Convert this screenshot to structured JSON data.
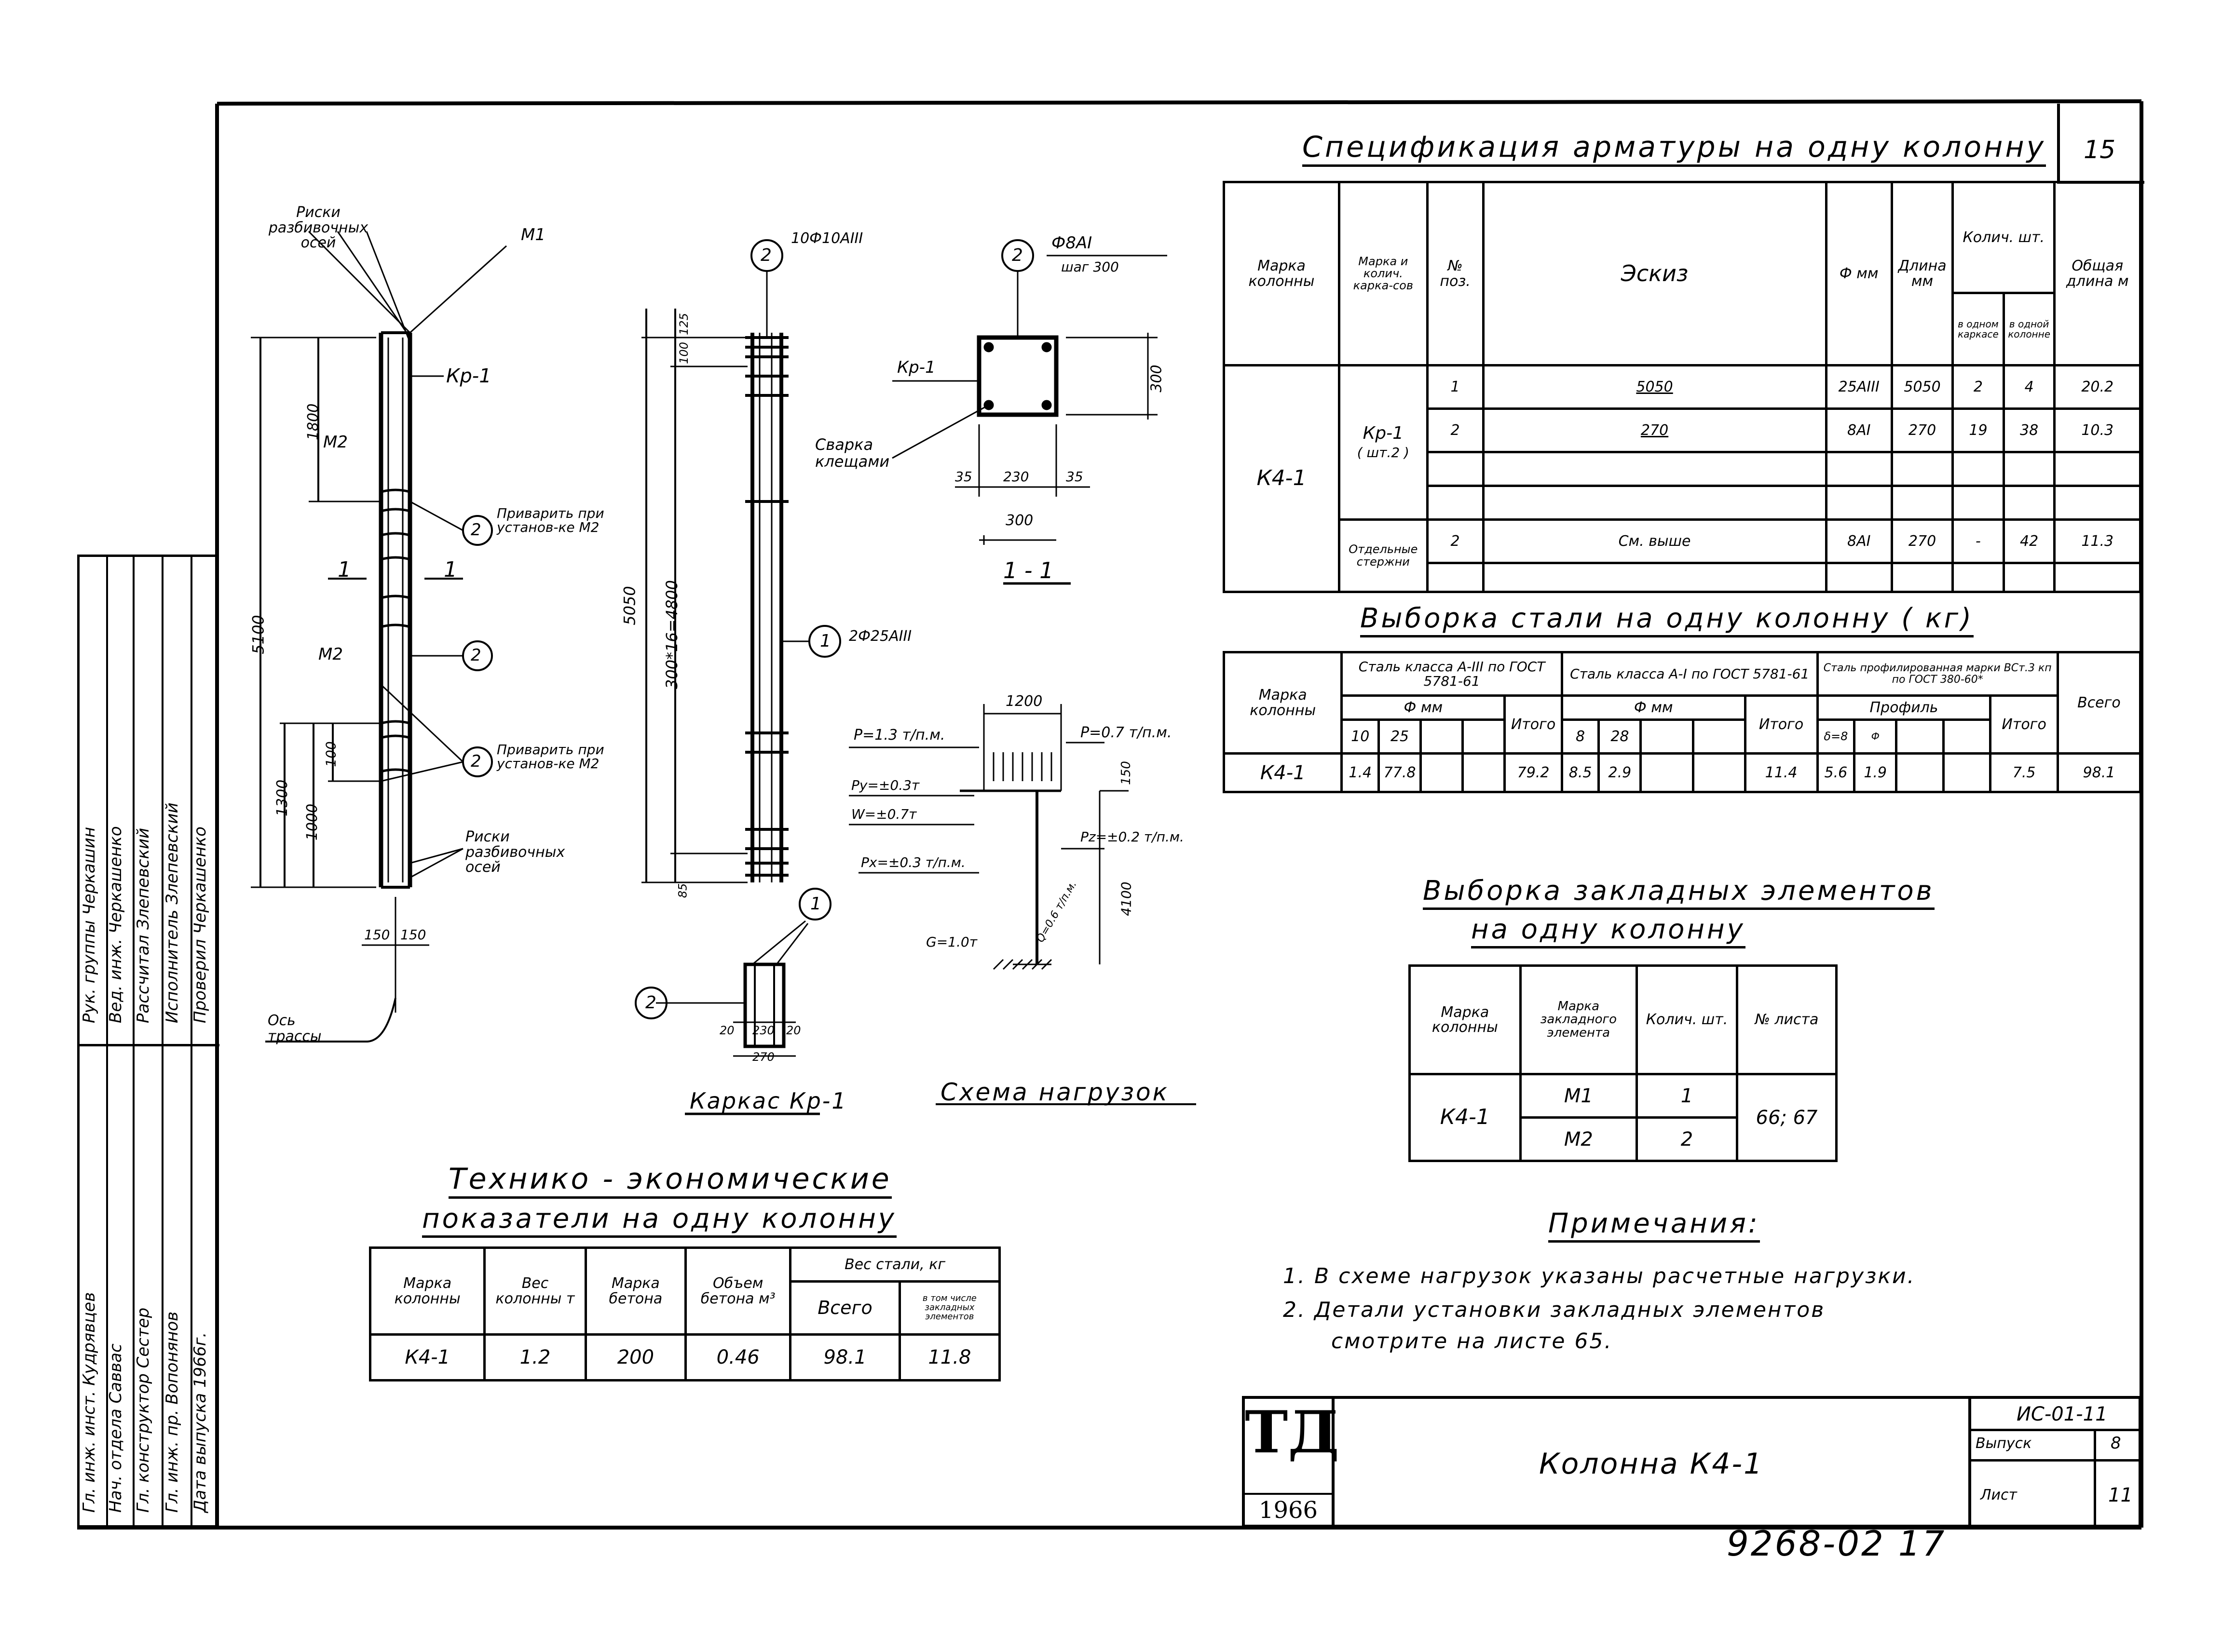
{
  "sheet": {
    "page_number": "15",
    "footer_number": "9268-02  17"
  },
  "spec_table": {
    "title": "Спецификация  арматуры на одну колонну",
    "headers": {
      "mark": "Марка колонны",
      "frame_mark": "Марка и колич. карка-сов",
      "pos": "№ поз.",
      "sketch": "Эскиз",
      "dia": "Ф мм",
      "length": "Длина мм",
      "qty": "Колич. шт.",
      "qty_one": "в одном каркасе",
      "qty_col": "в одной колонне",
      "total_len": "Общая длина м"
    },
    "column_mark": "К4-1",
    "frame_mark": "Кр-1",
    "frame_qty": "( шт.2 )",
    "loose_label": "Отдельные стержни",
    "rows": [
      {
        "pos": "1",
        "sketch": "5050",
        "dia": "25АIII",
        "length": "5050",
        "qty_one": "2",
        "qty_col": "4",
        "total": "20.2"
      },
      {
        "pos": "2",
        "sketch": "270",
        "dia": "8АI",
        "length": "270",
        "qty_one": "19",
        "qty_col": "38",
        "total": "10.3"
      },
      {
        "pos": "2",
        "sketch": "См. выше",
        "dia": "8АI",
        "length": "270",
        "qty_one": "-",
        "qty_col": "42",
        "total": "11.3"
      }
    ]
  },
  "steel_table": {
    "title": "Выборка стали на одну колонну ( кг)",
    "mark_header": "Марка колонны",
    "group1": "Сталь класса А-III по ГОСТ 5781-61",
    "group2": "Сталь класса А-I по ГОСТ 5781-61",
    "group3": "Сталь профилированная марки ВСт.3 кп по ГОСТ 380-60*",
    "dia_label": "Ф мм",
    "profile_label": "Профиль",
    "total_label": "Итого",
    "grand_total_label": "Всего",
    "g1_cols": [
      "10",
      "25"
    ],
    "g2_cols": [
      "8",
      "28"
    ],
    "g3_cols": [
      "δ=8",
      "Ф"
    ],
    "row": {
      "mark": "К4-1",
      "g1": [
        "1.4",
        "77.8"
      ],
      "g1_total": "79.2",
      "g2": [
        "8.5",
        "2.9"
      ],
      "g2_total": "11.4",
      "g3": [
        "5.6",
        "1.9"
      ],
      "g3_total": "7.5",
      "grand": "98.1"
    }
  },
  "embedded_table": {
    "title_line1": "Выборка закладных элементов",
    "title_line2": "на одну колонну",
    "headers": {
      "mark": "Марка колонны",
      "el_mark": "Марка закладного элемента",
      "qty": "Колич. шт.",
      "sheet": "№ листа"
    },
    "column_mark": "К4-1",
    "rows": [
      {
        "el": "М1",
        "qty": "1"
      },
      {
        "el": "М2",
        "qty": "2"
      }
    ],
    "sheets": "66; 67"
  },
  "notes": {
    "title": "Примечания:",
    "items": [
      "1. В схеме  нагрузок  указаны  расчетные  нагрузки.",
      "2. Детали  установки  закладных  элементов",
      "смотрите  на  листе  65."
    ]
  },
  "tech_table": {
    "title_line1": "Технико - экономические",
    "title_line2": "показатели  на  одну  колонну",
    "headers": {
      "mark": "Марка колонны",
      "weight": "Вес колонны т",
      "concrete": "Марка бетона",
      "volume": "Объем бетона м³",
      "steel": "Вес стали, кг",
      "steel_total": "Всего",
      "steel_emb": "в том числе закладных элементов"
    },
    "row": {
      "mark": "К4-1",
      "weight": "1.2",
      "concrete": "200",
      "volume": "0.46",
      "steel_total": "98.1",
      "steel_emb": "11.8"
    }
  },
  "title_block": {
    "logo": "ТД",
    "year": "1966",
    "title": "Колонна  К4-1",
    "code": "ИС-01-11",
    "issue_label": "Выпуск",
    "issue": "8",
    "sheet_label": "Лист",
    "sheet": "11"
  },
  "side_stamp": {
    "rows": [
      {
        "role": "Гл. инж. инст.",
        "name": "Кудрявцев"
      },
      {
        "role": "Нач. отдела",
        "name": "Саввас"
      },
      {
        "role": "Гл. конструктор",
        "name": "Сестер"
      },
      {
        "role": "Гл. инж. пр.",
        "name": "Вопонянов"
      },
      {
        "role": "Дата выпуска",
        "name": "1966г."
      }
    ],
    "rows2": [
      {
        "role": "Рук. группы",
        "name": "Черкашин"
      },
      {
        "role": "Вед. инж.",
        "name": "Черкашенко"
      },
      {
        "role": "Рассчитал",
        "name": "Злепевский"
      },
      {
        "role": "Исполнитель",
        "name": "Злепевский"
      },
      {
        "role": "Проверил",
        "name": "Черкашенко"
      }
    ]
  },
  "drawings": {
    "labels": {
      "risks_top": "Риски разбивочных осей",
      "m1": "М1",
      "kr1": "Кр-1",
      "m2": "М2",
      "m2b": "М2",
      "weld_note1": "Приварить при установ-ке М2",
      "weld_note2": "Приварить при установ-ке М2",
      "risks_bottom": "Риски разбивочных осей",
      "axis": "Ось трассы",
      "sec": "1",
      "dim_5100": "5100",
      "dim_1800": "1800",
      "dim_1300": "1300",
      "dim_1000": "1000",
      "dim_100": "100",
      "dim_150a": "150",
      "dim_150b": "150",
      "pos2_label": "10Ф10АIII",
      "dim_5050": "5050",
      "dim_300x16": "300*16=4800",
      "pos1_label": "2Ф25АIII",
      "dim_125": "125",
      "dim_100b": "100",
      "dim_85": "85",
      "frame_title": "Каркас Кр-1",
      "dim_20a": "20",
      "dim_230": "230",
      "dim_20b": "20",
      "dim_270": "270",
      "sec_rebar": "Ф8АI",
      "sec_step": "шаг 300",
      "sec_kr1": "Кр-1",
      "sec_weld": "Сварка клещами",
      "sec_35a": "35",
      "sec_230": "230",
      "sec_35b": "35",
      "sec_300h": "300",
      "sec_300v": "300",
      "sec_title": "1 - 1",
      "load_title": "Схема  нагрузок",
      "load_1200": "1200",
      "load_p1": "P=1.3 т/п.м.",
      "load_p2": "P=0.7 т/п.м.",
      "load_py": "Py=±0.3т",
      "load_w": "W=±0.7т",
      "load_px": "Px=±0.3 т/п.м.",
      "load_pz": "Pz=±0.2 т/п.м.",
      "load_g": "G=1.0т",
      "load_q": "Q=0.6 т/п.м.",
      "load_150": "150",
      "load_4100": "4100",
      "circle_2": "2",
      "circle_1": "1"
    }
  }
}
